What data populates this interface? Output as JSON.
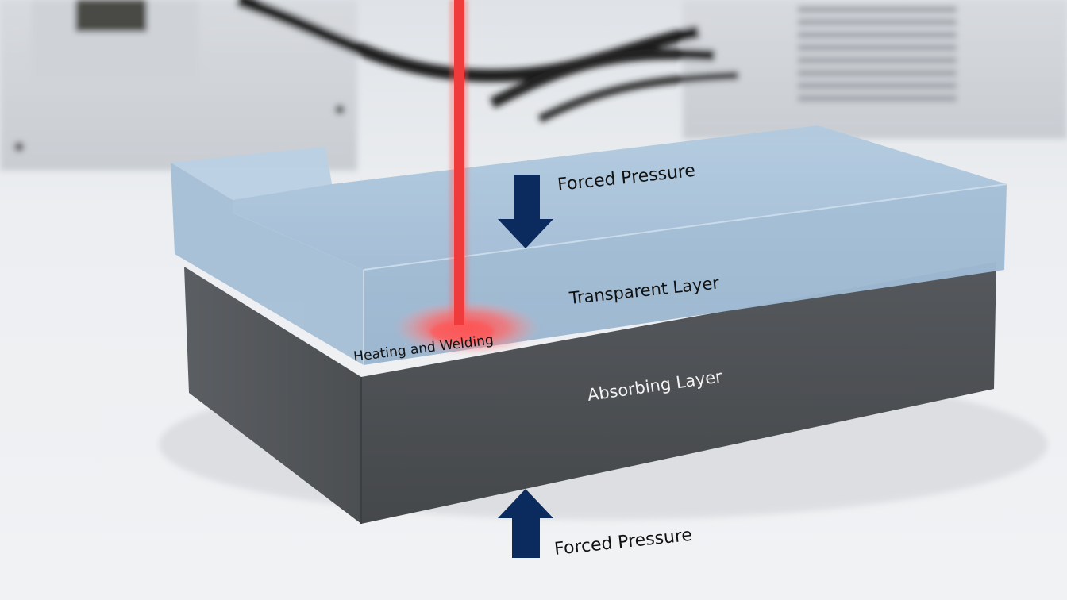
{
  "labels": {
    "top_pressure": "Forced Pressure",
    "transparent_layer": "Transparent Layer",
    "heating": "Heating and Welding",
    "absorbing_layer": "Absorbing Layer",
    "bottom_pressure": "Forced Pressure"
  },
  "colors": {
    "background": "#e9ebee",
    "table": "#eef0f2",
    "laser": "#ef3b3b",
    "weld_glow": "#ff6b6b",
    "transparent_layer": "#a9c3da",
    "absorbing_layer": "#4a4d50",
    "arrow": "#0b2a5e",
    "text_dark": "#111111",
    "text_light": "#f2f2f2"
  },
  "icons": {
    "top_arrow": "arrow-down-icon",
    "bottom_arrow": "arrow-up-icon"
  }
}
